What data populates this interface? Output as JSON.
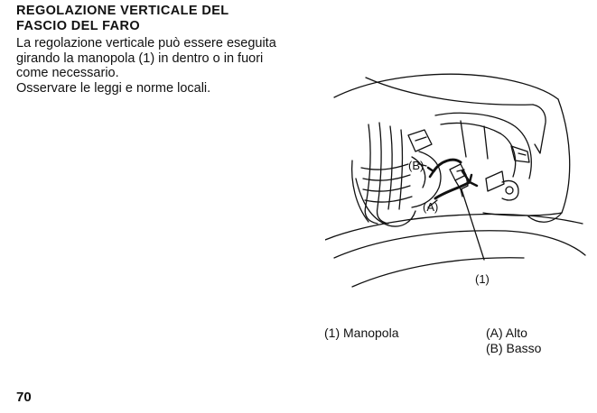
{
  "heading": {
    "line1": "REGOLAZIONE VERTICALE DEL",
    "line2": "FASCIO DEL FARO"
  },
  "body": {
    "line1": "La regolazione verticale può essere eseguita",
    "line2": "girando la manopola (1) in dentro o in fuori",
    "line3": "come necessario.",
    "line4": "Osservare le leggi e norme locali."
  },
  "figure": {
    "label_b": "(B)",
    "label_a": "(A)",
    "label_1": "(1)"
  },
  "legend": {
    "item1": "(1) Manopola",
    "item_a": "(A) Alto",
    "item_b": "(B) Basso"
  },
  "page_number": "70"
}
